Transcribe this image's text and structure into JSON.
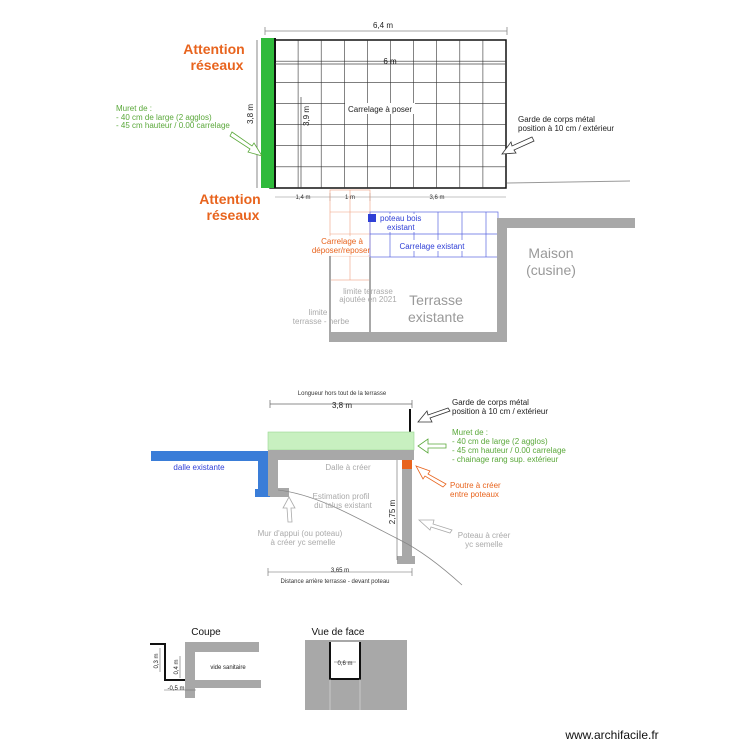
{
  "top_plan": {
    "dim_total_width": "6,4 m",
    "dim_inner_width": "6 m",
    "dim_height_left": "3,8 m",
    "dim_height_inner": "3,9 m",
    "label_tiling": "Carrelage à poser",
    "warning_networks": [
      "Attention",
      "réseaux"
    ],
    "muret_title": "Muret de :",
    "muret_lines": [
      "- 40 cm de large (2 agglos)",
      "- 45 cm hauteur / 0.00 carrelage"
    ],
    "railing_lines": [
      "Garde de corps métal",
      "position à 10 cm / extérieur"
    ],
    "dim_bottom_1": "1,4 m",
    "dim_bottom_2": "1 m",
    "dim_bottom_3": "3,6 m",
    "wood_post_lines": [
      "poteau bois",
      "existant"
    ],
    "tile_remove_lines": [
      "Carrelage à",
      "déposer/reposer"
    ],
    "existing_tiling": "Carrelage existant",
    "house_lines": [
      "Maison",
      "(cusine)"
    ],
    "terrace_limit_2021_lines": [
      "limite terrasse",
      "ajoutée en 2021"
    ],
    "terrace_limit_grass_lines": [
      "limite",
      "terrasse - herbe"
    ],
    "existing_terrace_lines": [
      "Terrasse",
      "existante"
    ]
  },
  "section": {
    "length_caption": "Longueur hors tout de la terrasse",
    "dim_length": "3,8 m",
    "railing_lines": [
      "Garde de corps métal",
      "position à 10 cm / extérieur"
    ],
    "muret_title": "Muret de :",
    "muret_lines": [
      "- 40 cm de large (2 agglos)",
      "- 45 cm hauteur / 0.00 carrelage",
      "- chainage rang sup. extérieur"
    ],
    "existing_slab": "dalle existante",
    "slab_to_create": "Dalle à créer",
    "beam_lines": [
      "Poutre à créer",
      "entre poteaux"
    ],
    "slope_lines": [
      "Estimation profil",
      "du talus existant"
    ],
    "support_wall_lines": [
      "Mur d'appui (ou poteau)",
      "à créer yc semelle"
    ],
    "post_lines": [
      "Poteau à créer",
      "yc semelle"
    ],
    "dim_height": "2,75 m",
    "dim_bottom": "3,65 m",
    "bottom_caption": "Distance arrière terrasse - devant poteau"
  },
  "details": {
    "cut_title": "Coupe",
    "front_title": "Vue de face",
    "dim_03": "0,3 m",
    "dim_04": "0,4 m",
    "dim_05": "-0,5 m",
    "crawl_space": "vide sanitaire",
    "dim_06": "0,6 m"
  },
  "watermark": "www.archifacile.fr",
  "colors": {
    "orange": "#e8641e",
    "green": "#5aa83a",
    "blue": "#2f3fd6",
    "grey": "#a8a8a8",
    "light_green": "#c8f0c0",
    "bright_green": "#2fba3b"
  }
}
